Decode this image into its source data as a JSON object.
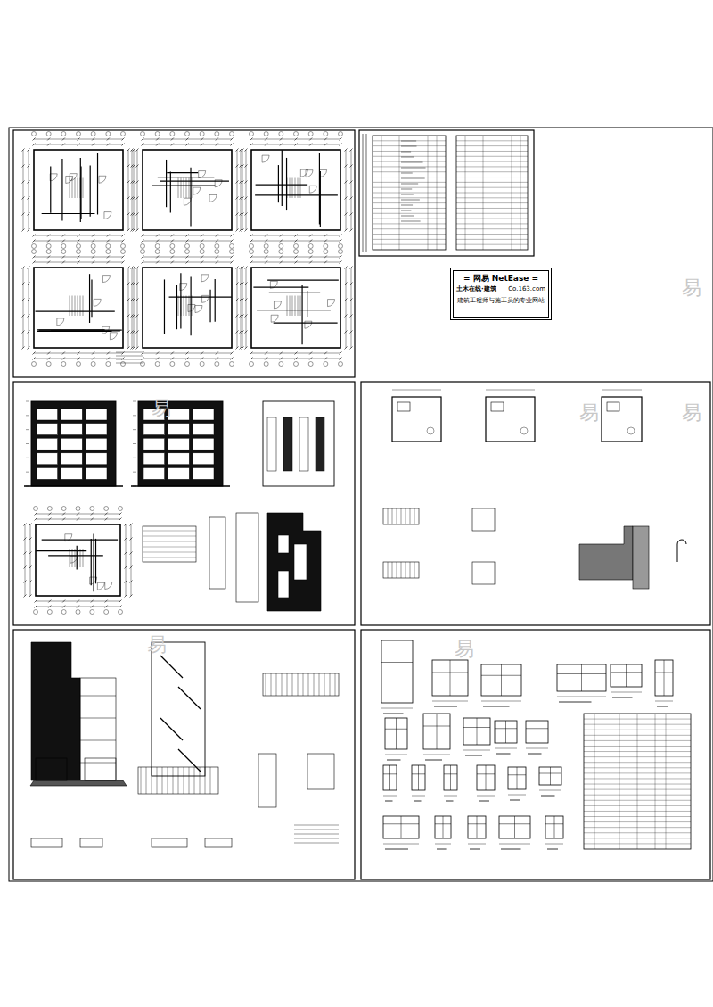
{
  "diagram": {
    "nodes": [
      {
        "text": [
          "= 网易 NetEase =",
          "土木在线·建筑",
          "Co.163.com",
          "建筑工程师与施工员的专业网站"
        ]
      }
    ],
    "labels": [
      "易",
      "易",
      "易",
      "易",
      "易",
      "易"
    ]
  }
}
